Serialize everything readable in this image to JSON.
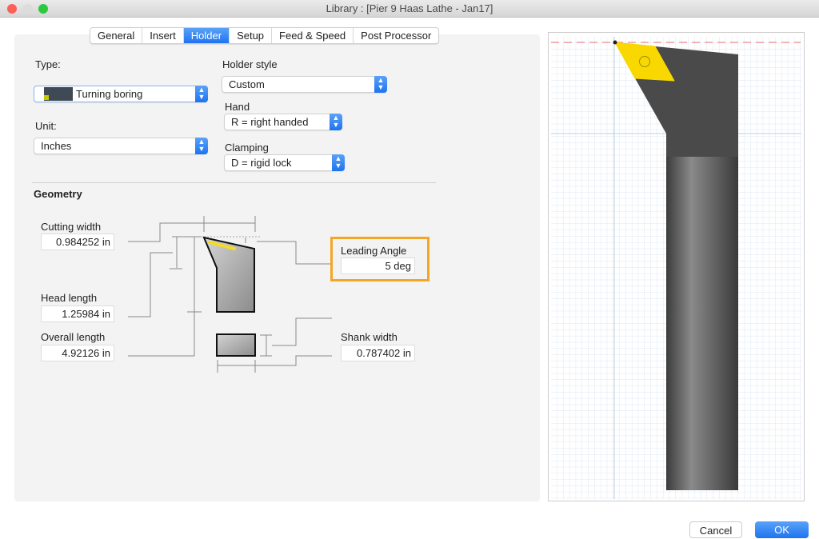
{
  "window": {
    "title": "Library : [Pier 9 Haas Lathe - Jan17]"
  },
  "tabs": [
    "General",
    "Insert",
    "Holder",
    "Setup",
    "Feed & Speed",
    "Post Processor"
  ],
  "active_tab": "Holder",
  "type": {
    "label": "Type:",
    "value": "Turning boring"
  },
  "unit": {
    "label": "Unit:",
    "value": "Inches"
  },
  "holder_style": {
    "label": "Holder style",
    "value": "Custom"
  },
  "hand": {
    "label": "Hand",
    "value": "R = right handed"
  },
  "clamping": {
    "label": "Clamping",
    "value": "D = rigid lock"
  },
  "geometry": {
    "title": "Geometry",
    "cutting_width": {
      "label": "Cutting width",
      "value": "0.984252 in"
    },
    "head_length": {
      "label": "Head length",
      "value": "1.25984 in"
    },
    "overall_length": {
      "label": "Overall length",
      "value": "4.92126 in"
    },
    "leading_angle": {
      "label": "Leading Angle",
      "value": "5 deg"
    },
    "shank_width": {
      "label": "Shank width",
      "value": "0.787402 in"
    }
  },
  "buttons": {
    "cancel": "Cancel",
    "ok": "OK"
  },
  "colors": {
    "accent": "#1e73f0",
    "highlight": "#f5a623",
    "insert": "#f8d800",
    "holder": "#4a4a4a"
  }
}
